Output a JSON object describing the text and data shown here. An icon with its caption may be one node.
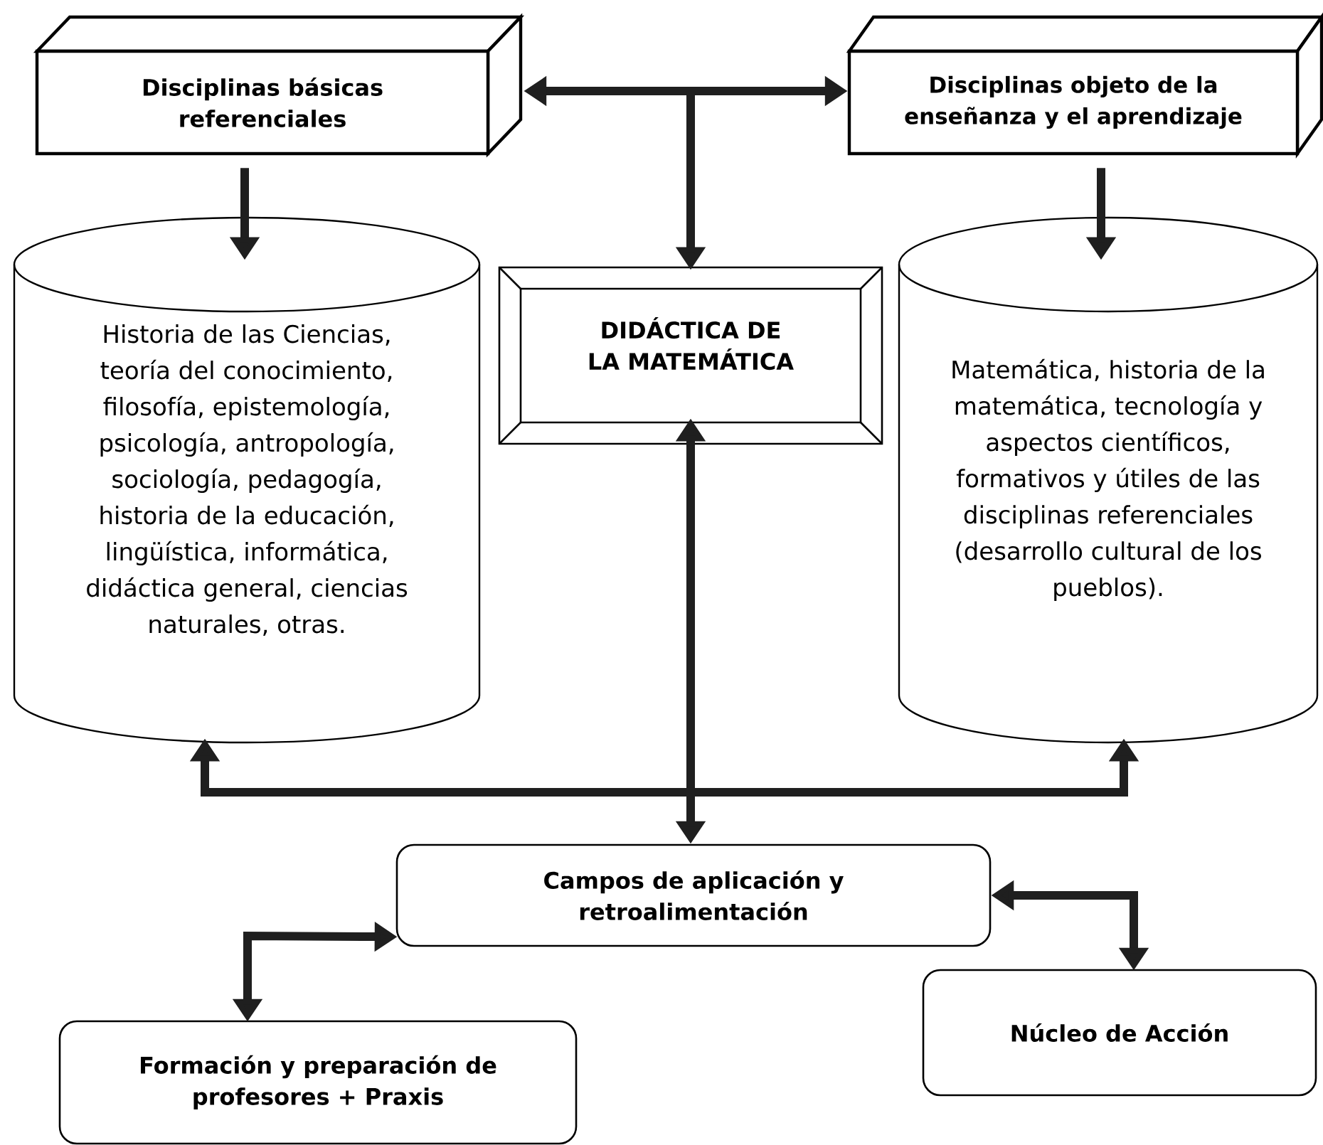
{
  "diagram": {
    "nodes": [
      {
        "text": [
          "Disciplinas básicas referenciales"
        ]
      },
      {
        "text": [
          "Disciplinas objeto de la enseñanza y el aprendizaje"
        ]
      },
      {
        "text": [
          "Historia de las Ciencias, teoría del conocimiento, filosofía, epistemología, psicología, antropología, sociología, pedagogía, historia de la educación, lingüística, informática, didáctica general, ciencias naturales, otras."
        ]
      },
      {
        "text": [
          "DIDÁCTICA DE LA MATEMÁTICA"
        ]
      },
      {
        "text": [
          "Matemática, historia de la matemática, tecnología y aspectos científicos, formativos y útiles de las disciplinas referenciales (desarrollo cultural de los pueblos)."
        ]
      },
      {
        "text": [
          "Campos de aplicación y retroalimentación"
        ]
      },
      {
        "text": [
          "Formación y preparación de profesores + Praxis"
        ]
      },
      {
        "text": [
          "Núcleo de Acción"
        ]
      }
    ],
    "edges": [
      {
        "from": 0,
        "to": 1,
        "arrow": "both"
      },
      {
        "from": null,
        "to": 3,
        "arrow": "to"
      },
      {
        "from": 0,
        "to": 2,
        "arrow": "to"
      },
      {
        "from": 1,
        "to": 4,
        "arrow": "to"
      },
      {
        "from": 3,
        "to": 5,
        "arrow": "both"
      },
      {
        "from": 5,
        "to": 2,
        "arrow": "to"
      },
      {
        "from": 5,
        "to": 4,
        "arrow": "to"
      },
      {
        "from": 5,
        "to": 6,
        "arrow": "both"
      },
      {
        "from": 5,
        "to": 7,
        "arrow": "both"
      }
    ]
  }
}
